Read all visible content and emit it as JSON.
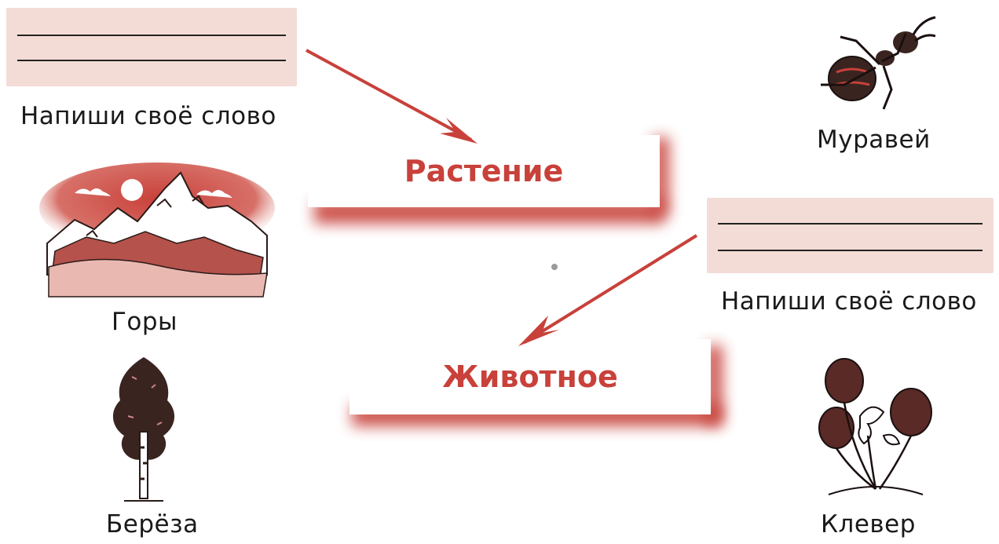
{
  "colors": {
    "accent": "#c8413a",
    "write_box_fill": "#f3dcd6",
    "ink": "#1a1a1a"
  },
  "center": {
    "card_top": "Растение",
    "card_bottom": "Животное"
  },
  "left": {
    "write_box_caption": "Напиши своё слово",
    "items": [
      "Горы",
      "Берёза"
    ]
  },
  "right": {
    "write_box_caption": "Напиши своё слово",
    "items": [
      "Муравей",
      "Клевер"
    ]
  },
  "icons": [
    "mountains-icon",
    "birch-tree-icon",
    "ant-icon",
    "clover-icon"
  ]
}
